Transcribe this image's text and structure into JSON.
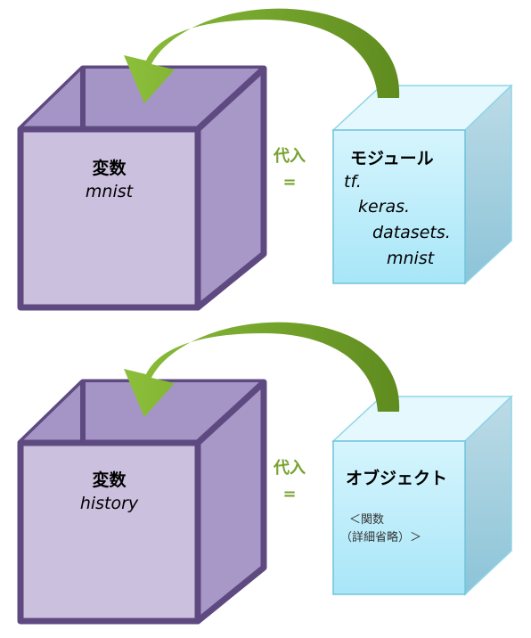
{
  "panels": [
    {
      "variable": {
        "heading": "変数",
        "name": "mnist"
      },
      "assign": {
        "word": "代入",
        "symbol": "="
      },
      "target": {
        "heading": "モジュール",
        "lines": [
          "tf.",
          "keras.",
          "datasets.",
          "mnist"
        ]
      }
    },
    {
      "variable": {
        "heading": "変数",
        "name": "history"
      },
      "assign": {
        "word": "代入",
        "symbol": "="
      },
      "target": {
        "heading": "オブジェクト",
        "lines": [
          "＜関数",
          "（詳細省略）＞"
        ]
      }
    }
  ],
  "colors": {
    "cube_front": "#cbc0dd",
    "cube_side": "#a898c8",
    "cube_inner": "#9c89c0",
    "cube_edge": "#5e4a80",
    "box_front": "#c6f0fb",
    "box_top": "#e2f7fc",
    "box_side": "#a9d3e2",
    "box_edge": "#6fc3dd",
    "arrow": "#7aa52a",
    "assign_text": "#78a22f"
  }
}
